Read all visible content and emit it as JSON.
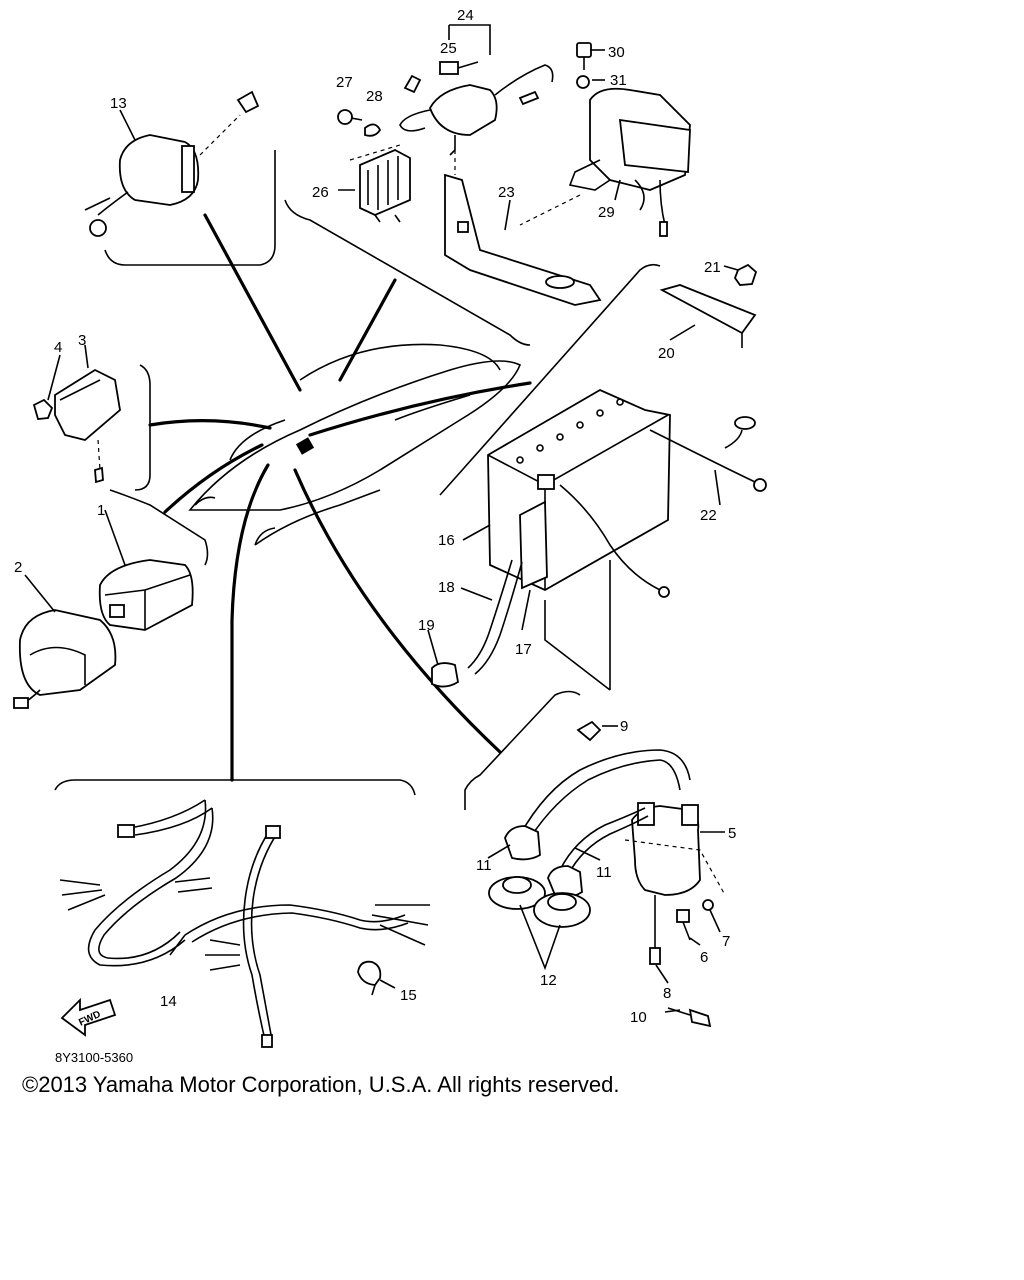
{
  "diagram": {
    "callouts": [
      "1",
      "2",
      "3",
      "4",
      "5",
      "6",
      "7",
      "8",
      "9",
      "10",
      "11",
      "11",
      "12",
      "13",
      "14",
      "15",
      "16",
      "17",
      "18",
      "19",
      "20",
      "21",
      "22",
      "23",
      "24",
      "25",
      "26",
      "27",
      "28",
      "29",
      "30",
      "31"
    ],
    "fwd_mark": "FWD"
  },
  "footer": {
    "doc_code": "8Y3100-5360",
    "copyright": "©2013 Yamaha Motor Corporation, U.S.A. All rights reserved."
  }
}
